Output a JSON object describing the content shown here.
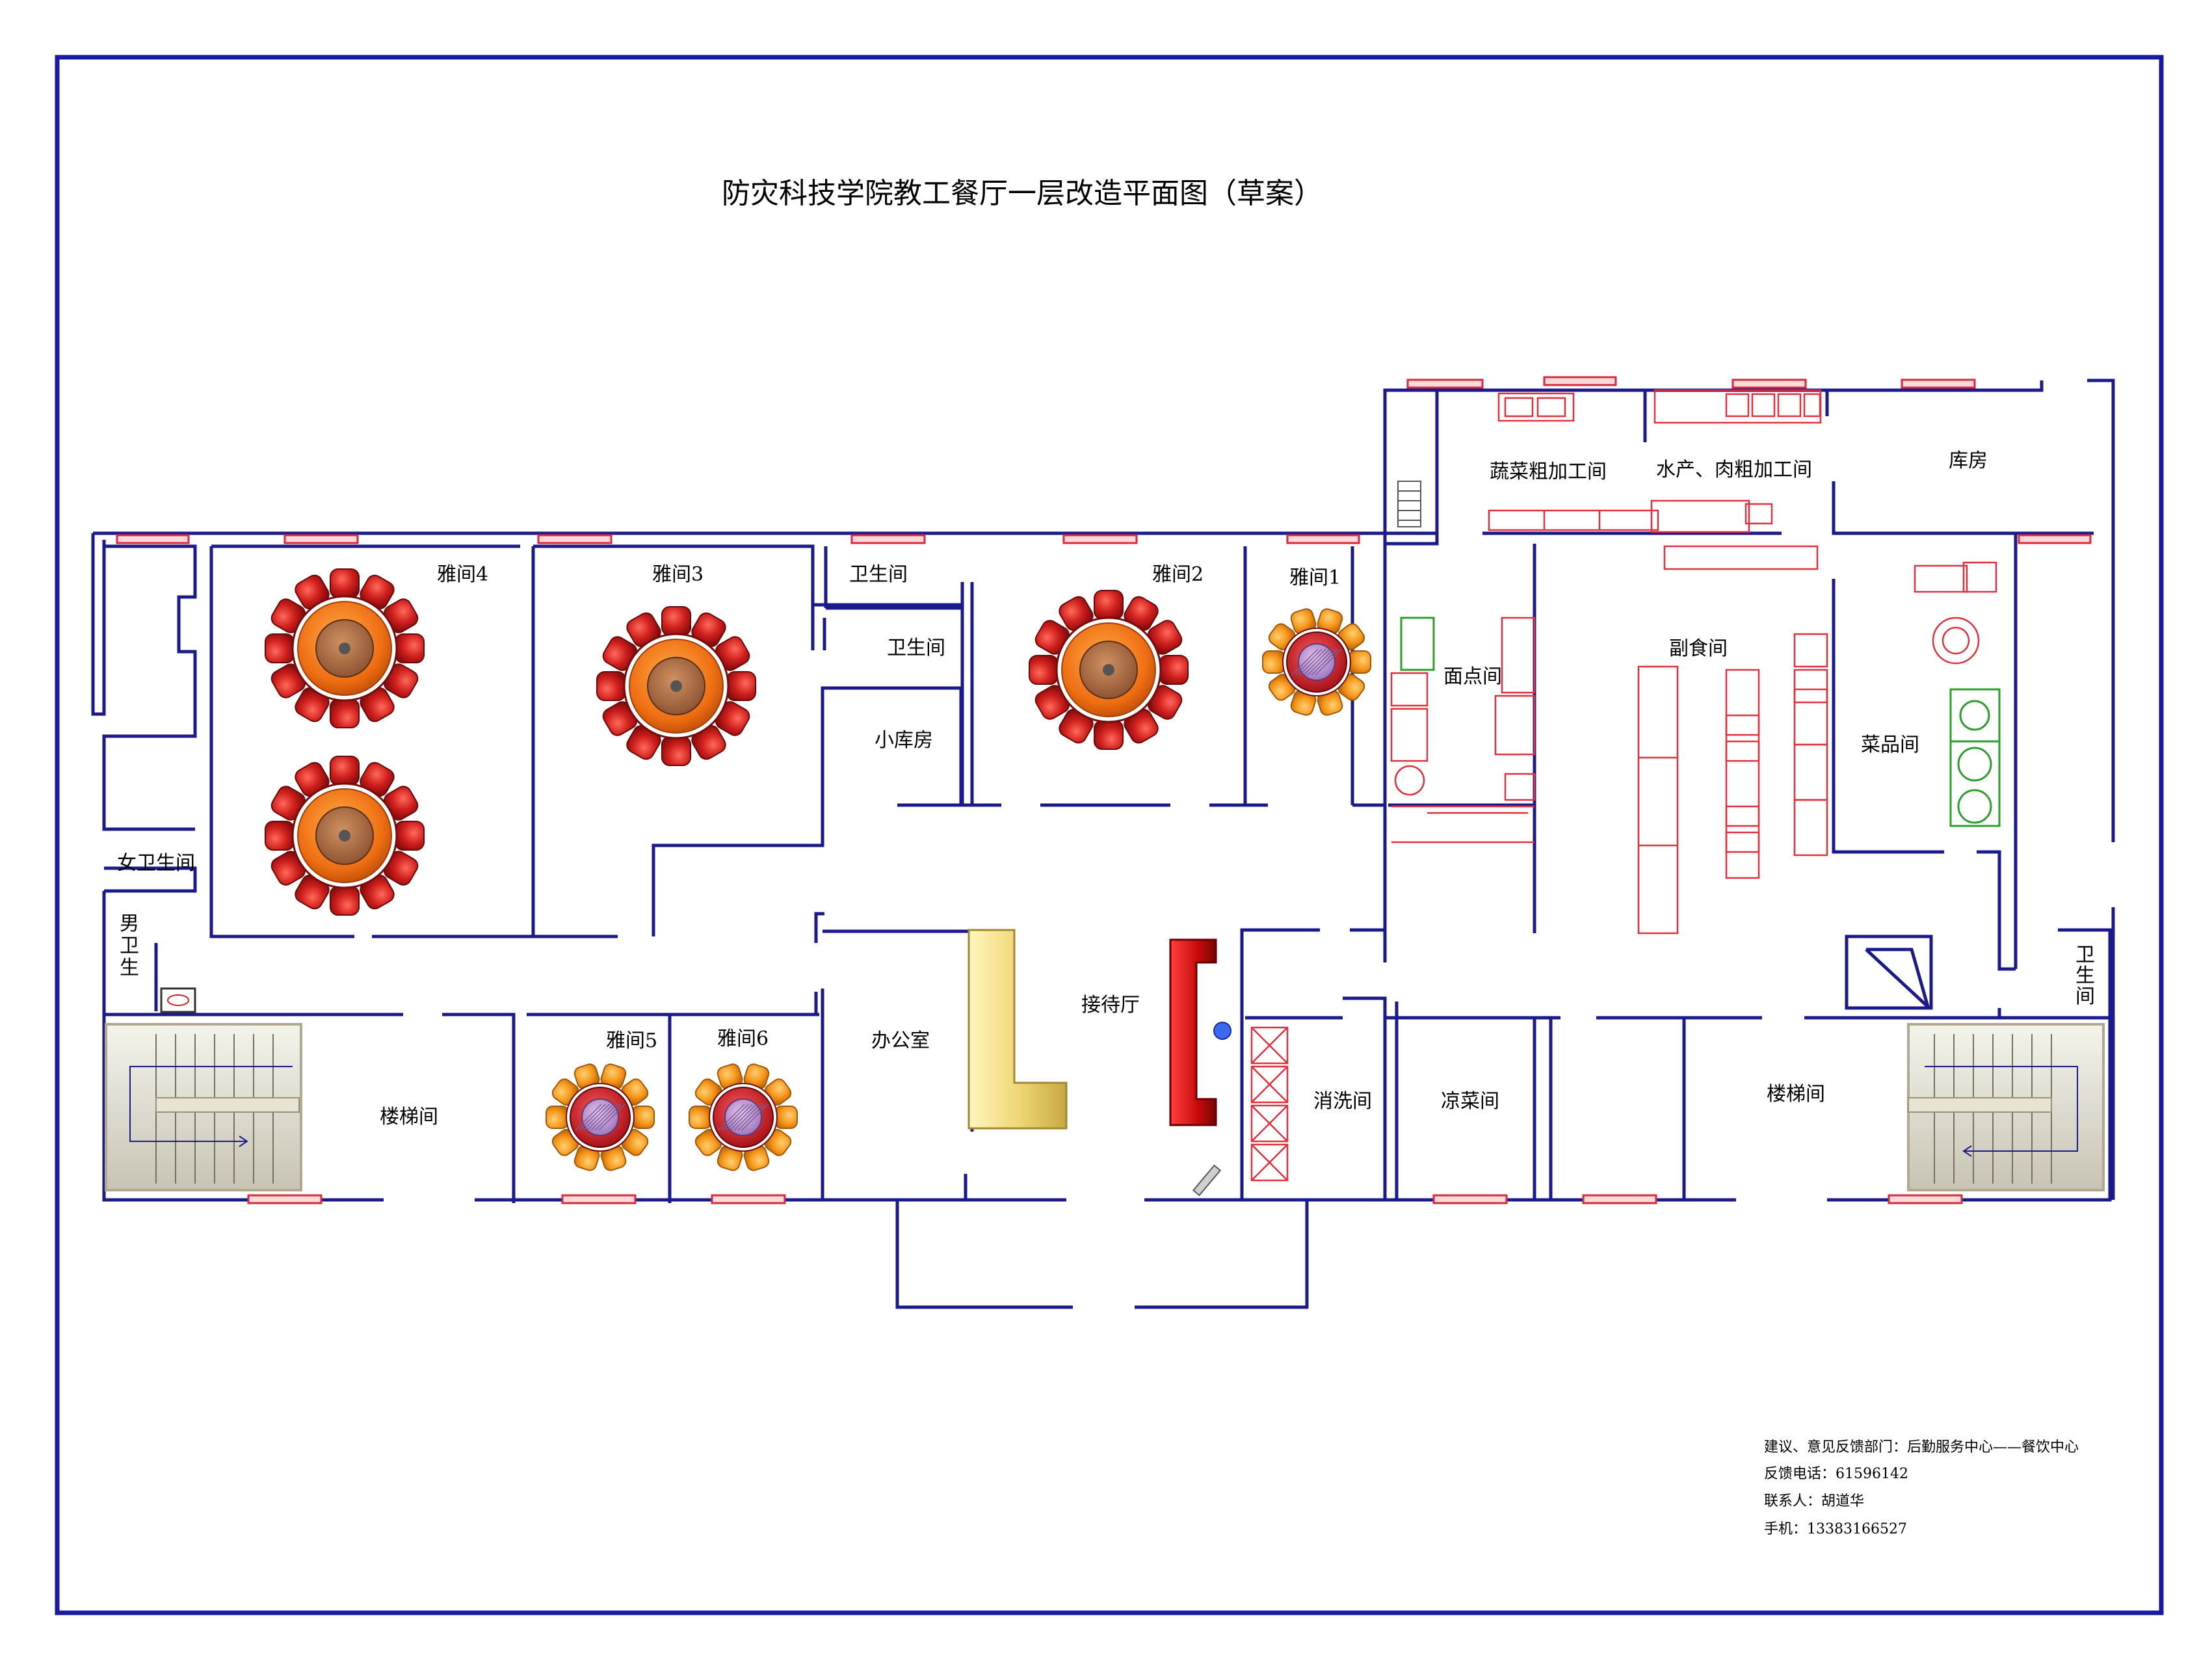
{
  "title": "防灾科技学院教工餐厅一层改造平面图（草案）",
  "rooms": {
    "yajian4": "雅间4",
    "yajian3": "雅间3",
    "yajian2": "雅间2",
    "yajian1": "雅间1",
    "yajian5": "雅间5",
    "yajian6": "雅间6",
    "weishengjian_a": "卫生间",
    "weishengjian_b": "卫生间",
    "xiaokufang": "小库房",
    "nv_weishengjian": "女卫生间",
    "nan_weishengjian": "男卫生间",
    "louti_left": "楼梯间",
    "louti_right": "楼梯间",
    "bangongshi": "办公室",
    "jiedaiting": "接待厅",
    "xiaoxijian": "消洗间",
    "liangcaijian": "凉菜间",
    "miandianjian": "面点间",
    "fushijian": "副食间",
    "caipinjian": "菜品间",
    "shucai": "蔬菜粗加工间",
    "shuichan": "水产、肉粗加工间",
    "kufang": "库房",
    "weisheng_right": "卫生间"
  },
  "footer": {
    "line1": "建议、意见反馈部门：后勤服务中心——餐饮中心",
    "line2": "反馈电话：61596142",
    "line3": "联系人：胡道华",
    "line4": "手机：13383166527"
  },
  "colors": {
    "wall": "#1a1a8c",
    "frame": "#1a1aa0",
    "window": "#d8283c",
    "kitchen_line": "#e0303c",
    "chair_large": "#c81e1e",
    "table_large": "#f07018",
    "chair_small": "#f59a1a",
    "table_small": "#c81e28",
    "equipment_green": "#2aa02a",
    "counter_yellow": "#f2e18c",
    "reception_red": "#c80e0e"
  }
}
